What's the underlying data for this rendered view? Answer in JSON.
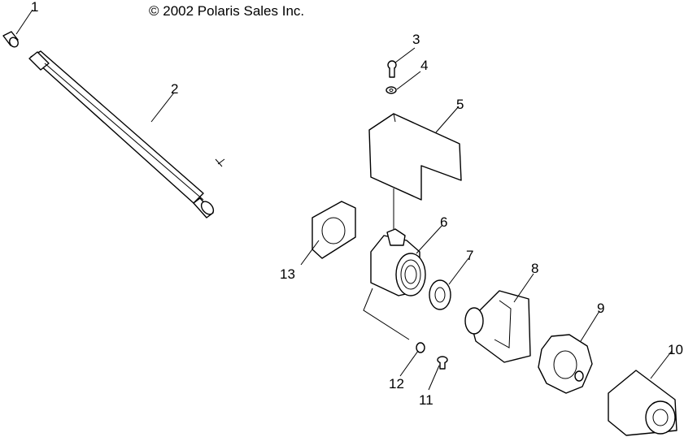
{
  "copyright": "© 2002 Polaris Sales Inc.",
  "callouts": [
    {
      "id": "1",
      "label": "1"
    },
    {
      "id": "2",
      "label": "2"
    },
    {
      "id": "3",
      "label": "3"
    },
    {
      "id": "4",
      "label": "4"
    },
    {
      "id": "5",
      "label": "5"
    },
    {
      "id": "6",
      "label": "6"
    },
    {
      "id": "7",
      "label": "7"
    },
    {
      "id": "8",
      "label": "8"
    },
    {
      "id": "9",
      "label": "9"
    },
    {
      "id": "10",
      "label": "10"
    },
    {
      "id": "11",
      "label": "11"
    },
    {
      "id": "12",
      "label": "12"
    },
    {
      "id": "13",
      "label": "13"
    }
  ]
}
